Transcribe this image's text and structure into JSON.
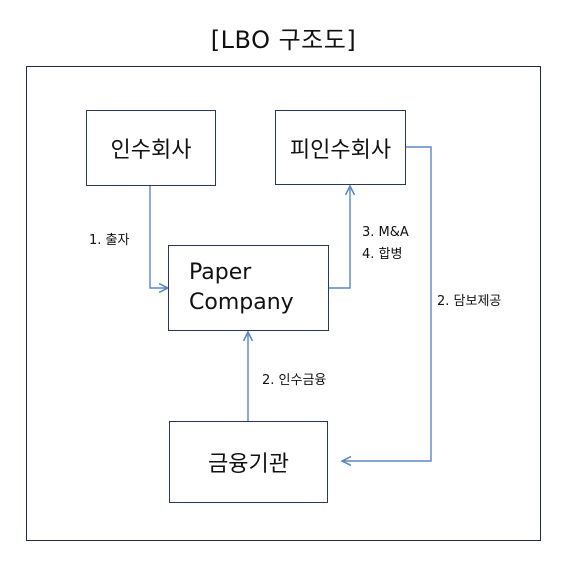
{
  "title": "[LBO 구조도]",
  "nodes": {
    "acquirer": "인수회사",
    "target": "피인수회사",
    "paper_line1": "Paper",
    "paper_line2": "Company",
    "financial": "금융기관"
  },
  "edges": {
    "investment": "1. 출자",
    "collateral": "2. 담보제공",
    "acq_finance": "2. 인수금융",
    "mna": "3. M&A",
    "merger": "4. 합병"
  },
  "colors": {
    "line": "#5b86c4",
    "border": "#27375c"
  }
}
